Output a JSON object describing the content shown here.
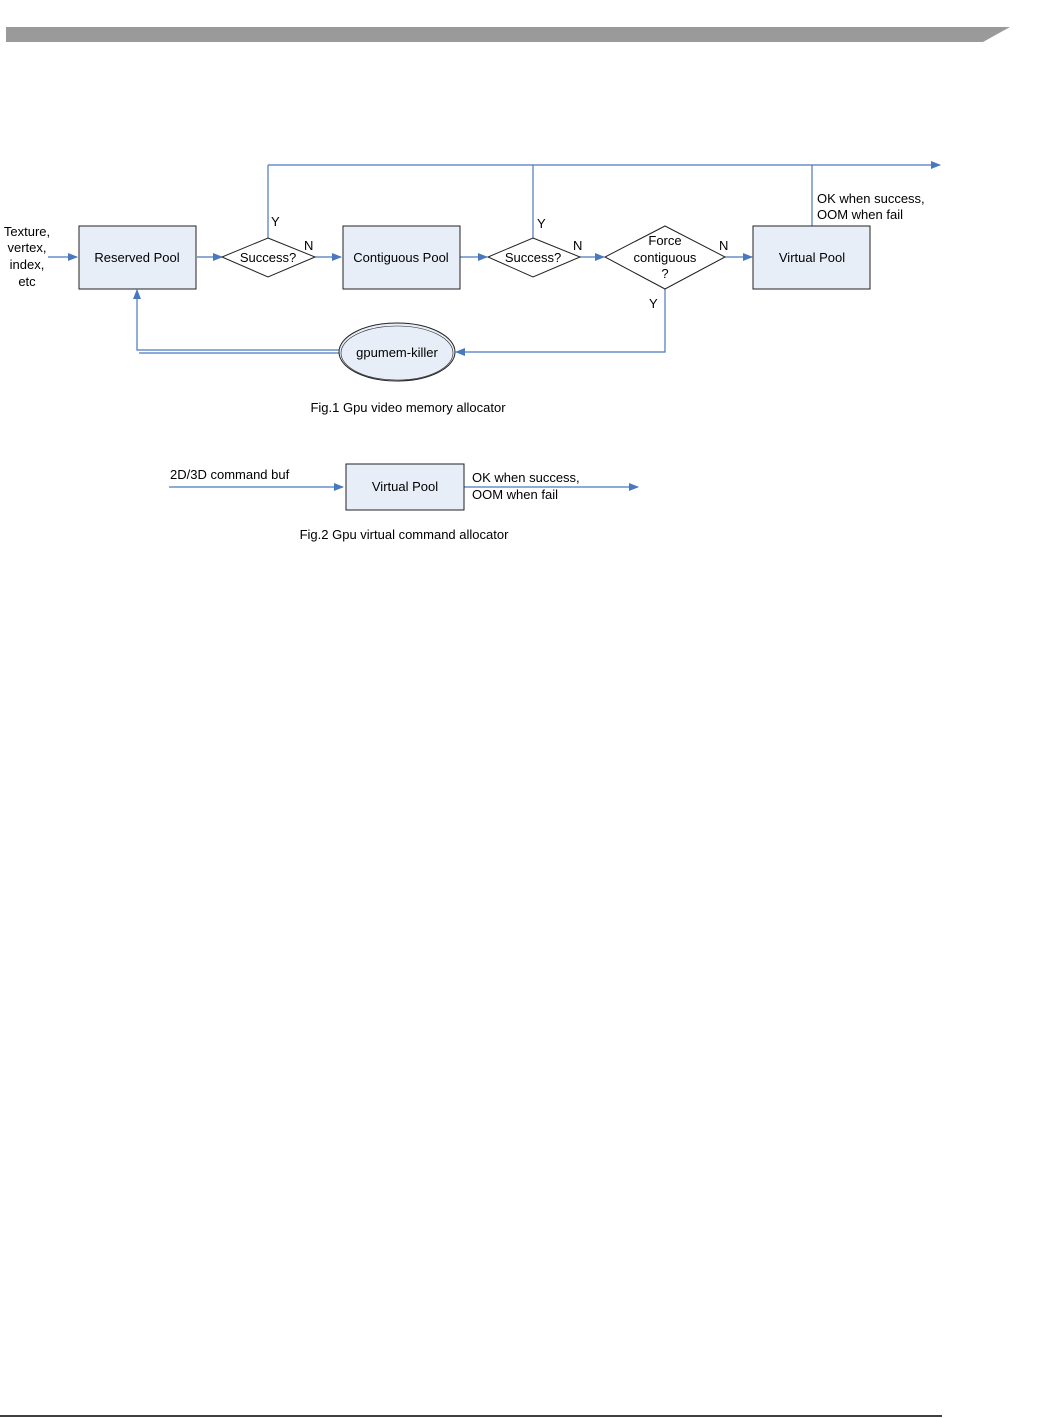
{
  "colors": {
    "header_bar": "#9a9a9a",
    "box_fill": "#e8eef8",
    "box_stroke": "#222222",
    "connector": "#4a78bf",
    "footer_rule": "#000000"
  },
  "fig1": {
    "input_label": [
      "Texture,",
      "vertex,",
      "index,",
      "etc"
    ],
    "reserved_pool": "Reserved Pool",
    "success_1": "Success?",
    "contiguous_pool": "Contiguous Pool",
    "success_2": "Success?",
    "force_contiguous": [
      "Force",
      "contiguous",
      "?"
    ],
    "virtual_pool": "Virtual Pool",
    "killer": "gpumem-killer",
    "output_label": [
      "OK when success,",
      "OOM when fail"
    ],
    "yes_1": "Y",
    "no_1": "N",
    "yes_2": "Y",
    "no_2": "N",
    "no_3": "N",
    "yes_3": "Y",
    "caption": "Fig.1 Gpu video memory allocator"
  },
  "fig2": {
    "input_label": "2D/3D command buf",
    "virtual_pool": "Virtual Pool",
    "output_label": [
      "OK when success,",
      "OOM when fail"
    ],
    "caption": "Fig.2 Gpu virtual command allocator"
  }
}
